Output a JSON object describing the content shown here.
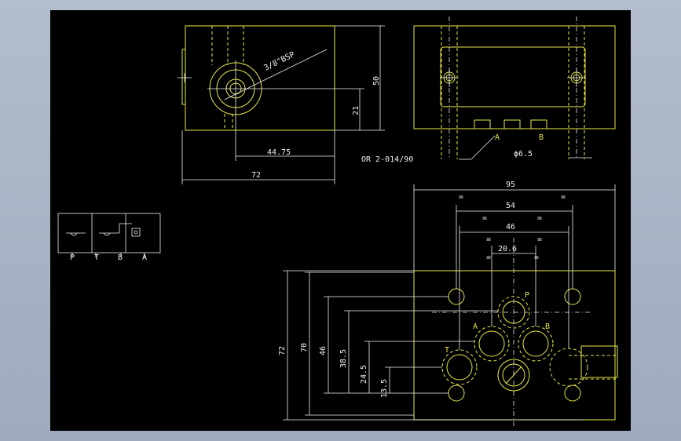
{
  "colors": {
    "background": "#000000",
    "outline": "#e8e84a",
    "dimension": "#f0f0f0",
    "desktop": "#a9b4c6"
  },
  "labels": {
    "thread": "3/8\"BSP",
    "oring": "OR 2-014/90",
    "phi": "ϕ6.5",
    "port_a": "A",
    "port_b": "B",
    "port_p": "P",
    "port_t": "T",
    "sym_p": "P",
    "sym_t": "T",
    "sym_b": "B",
    "sym_a": "A"
  },
  "dims": {
    "d50": "50",
    "d21": "21",
    "d4475": "44.75",
    "d72a": "72",
    "d95": "95",
    "d54": "54",
    "d46a": "46",
    "d206": "20.6",
    "d72b": "72",
    "d70": "70",
    "d46b": "46",
    "d385": "38.5",
    "d245": "24.5",
    "d135": "13.5",
    "eq": "="
  }
}
